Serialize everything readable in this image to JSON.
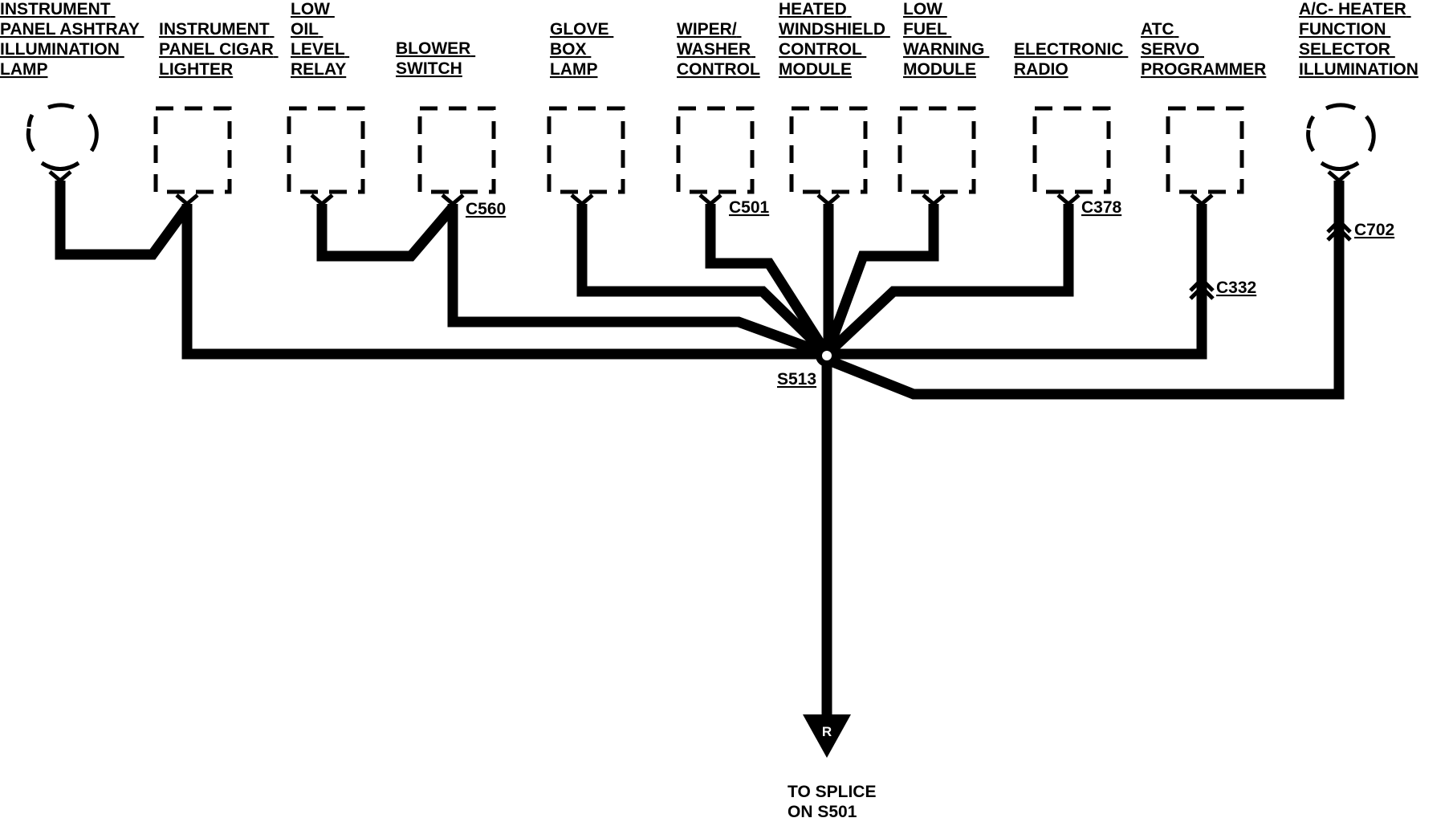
{
  "components": [
    {
      "id": "ashtray-lamp",
      "lines": [
        "INSTRUMENT",
        "PANEL ASHTRAY",
        "ILLUMINATION",
        "LAMP"
      ],
      "shape": "lamp"
    },
    {
      "id": "cigar-lighter",
      "lines": [
        "INSTRUMENT",
        "PANEL CIGAR",
        "LIGHTER"
      ],
      "shape": "box"
    },
    {
      "id": "low-oil-relay",
      "lines": [
        "LOW",
        "OIL",
        "LEVEL",
        "RELAY"
      ],
      "shape": "box"
    },
    {
      "id": "blower-switch",
      "lines": [
        "BLOWER",
        "SWITCH"
      ],
      "shape": "box"
    },
    {
      "id": "glove-box-lamp",
      "lines": [
        "GLOVE",
        "BOX",
        "LAMP"
      ],
      "shape": "box"
    },
    {
      "id": "wiper-washer",
      "lines": [
        "WIPER/",
        "WASHER",
        "CONTROL"
      ],
      "shape": "box"
    },
    {
      "id": "heated-windshield",
      "lines": [
        "HEATED",
        "WINDSHIELD",
        "CONTROL",
        "MODULE"
      ],
      "shape": "box"
    },
    {
      "id": "low-fuel-warning",
      "lines": [
        "LOW",
        "FUEL",
        "WARNING",
        "MODULE"
      ],
      "shape": "box"
    },
    {
      "id": "electronic-radio",
      "lines": [
        "ELECTRONIC",
        "RADIO"
      ],
      "shape": "box"
    },
    {
      "id": "atc-servo",
      "lines": [
        "ATC",
        "SERVO",
        "PROGRAMMER"
      ],
      "shape": "box"
    },
    {
      "id": "ac-heater-illum",
      "lines": [
        "A/C- HEATER",
        "FUNCTION",
        "SELECTOR",
        "ILLUMINATION"
      ],
      "shape": "lamp"
    }
  ],
  "connectors": {
    "c560": "C560",
    "c501": "C501",
    "c378": "C378",
    "c332": "C332",
    "c702": "C702"
  },
  "splice": {
    "label": "S513"
  },
  "ground": {
    "letter": "R",
    "lines": [
      "TO SPLICE",
      "ON S501"
    ]
  }
}
